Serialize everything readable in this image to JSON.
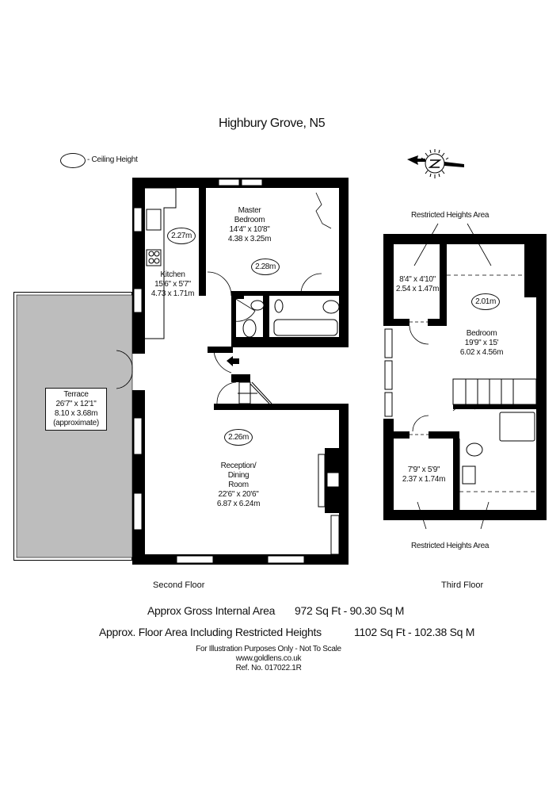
{
  "title": "Highbury Grove, N5",
  "legend": {
    "symbol": "oval",
    "label": "- Ceiling Height"
  },
  "compass": {
    "label": "N"
  },
  "second_floor": {
    "label": "Second Floor",
    "rooms": {
      "kitchen": {
        "name": "Kitchen",
        "imperial": "15'6\" x 5'7\"",
        "metric": "4.73 x 1.71m",
        "ceiling": "2.27m"
      },
      "master_bedroom": {
        "name_line1": "Master",
        "name_line2": "Bedroom",
        "imperial": "14'4\" x 10'8\"",
        "metric": "4.38 x 3.25m",
        "ceiling": "2.28m"
      },
      "terrace": {
        "name": "Terrace",
        "imperial": "26'7\" x 12'1\"",
        "metric": "8.10 x 3.68m",
        "note": "(approximate)"
      },
      "reception": {
        "name_line1": "Reception/",
        "name_line2": "Dining",
        "name_line3": "Room",
        "imperial": "22'6\" x 20'6\"",
        "metric": "6.87 x 6.24m",
        "ceiling": "2.26m"
      }
    }
  },
  "third_floor": {
    "label": "Third Floor",
    "restricted_top": "Restricted Heights Area",
    "restricted_bottom": "Restricted Heights Area",
    "rooms": {
      "store_top": {
        "imperial": "8'4\" x 4'10\"",
        "metric": "2.54 x 1.47m"
      },
      "bedroom": {
        "name": "Bedroom",
        "imperial": "19'9\" x 15'",
        "metric": "6.02 x 4.56m",
        "ceiling": "2.01m"
      },
      "store_bottom": {
        "imperial": "7'9\" x 5'9\"",
        "metric": "2.37 x 1.74m"
      }
    }
  },
  "areas": {
    "gross_label": "Approx Gross Internal Area",
    "gross_value": "972 Sq Ft - 90.30 Sq M",
    "restricted_label": "Approx. Floor Area Including Restricted Heights",
    "restricted_value": "1102 Sq Ft  -  102.38 Sq M"
  },
  "footer": {
    "disclaimer": "For Illustration Purposes Only - Not To Scale",
    "website": "www.goldlens.co.uk",
    "ref": "Ref. No. 017022.1R"
  },
  "colors": {
    "wall": "#000000",
    "terrace_fill": "#bdbdbd",
    "background": "#ffffff"
  }
}
